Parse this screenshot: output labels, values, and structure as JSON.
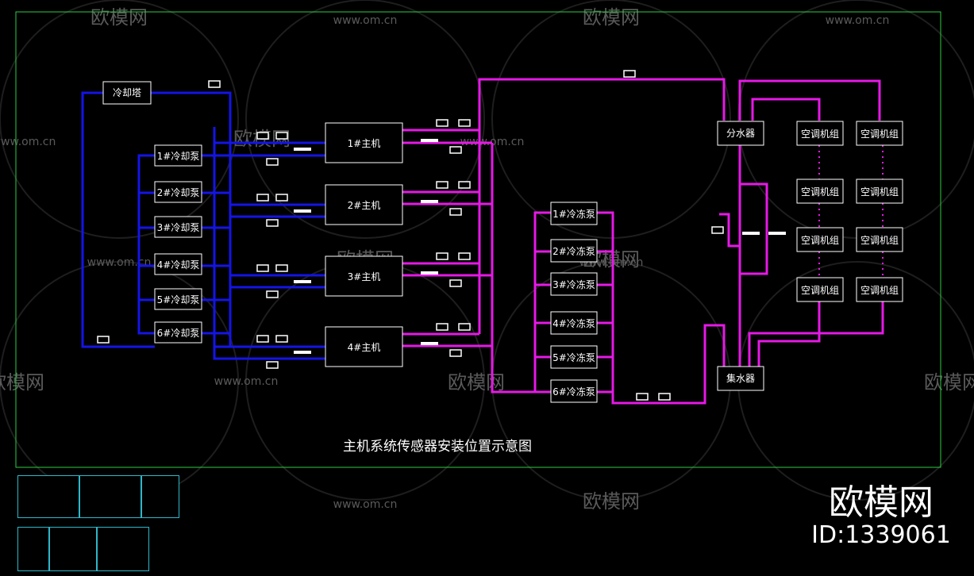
{
  "diagram": {
    "title": "主机系统传感器安装位置示意图",
    "cooling_tower": "冷却塔",
    "cooling_pumps": [
      "1#冷却泵",
      "2#冷却泵",
      "3#冷却泵",
      "4#冷却泵",
      "5#冷却泵",
      "6#冷却泵"
    ],
    "chillers": [
      "1#主机",
      "2#主机",
      "3#主机",
      "4#主机"
    ],
    "chilled_pumps": [
      "1#冷冻泵",
      "2#冷冻泵",
      "3#冷冻泵",
      "4#冷冻泵",
      "5#冷冻泵",
      "6#冷冻泵"
    ],
    "supply_header": "分水器",
    "return_header": "集水器",
    "ahu_units": [
      "空调机组",
      "空调机组",
      "空调机组",
      "空调机组",
      "空调机组",
      "空调机组",
      "空调机组",
      "空调机组"
    ]
  },
  "watermark": {
    "brand": "欧模网",
    "url": "www.om.cn",
    "id_label": "ID:1339061"
  },
  "colors": {
    "condenser_pipe": "#1414e6",
    "chilled_pipe": "#e619e6",
    "frame": "#2ecc40",
    "thumb_border": "#2fb7c9"
  }
}
